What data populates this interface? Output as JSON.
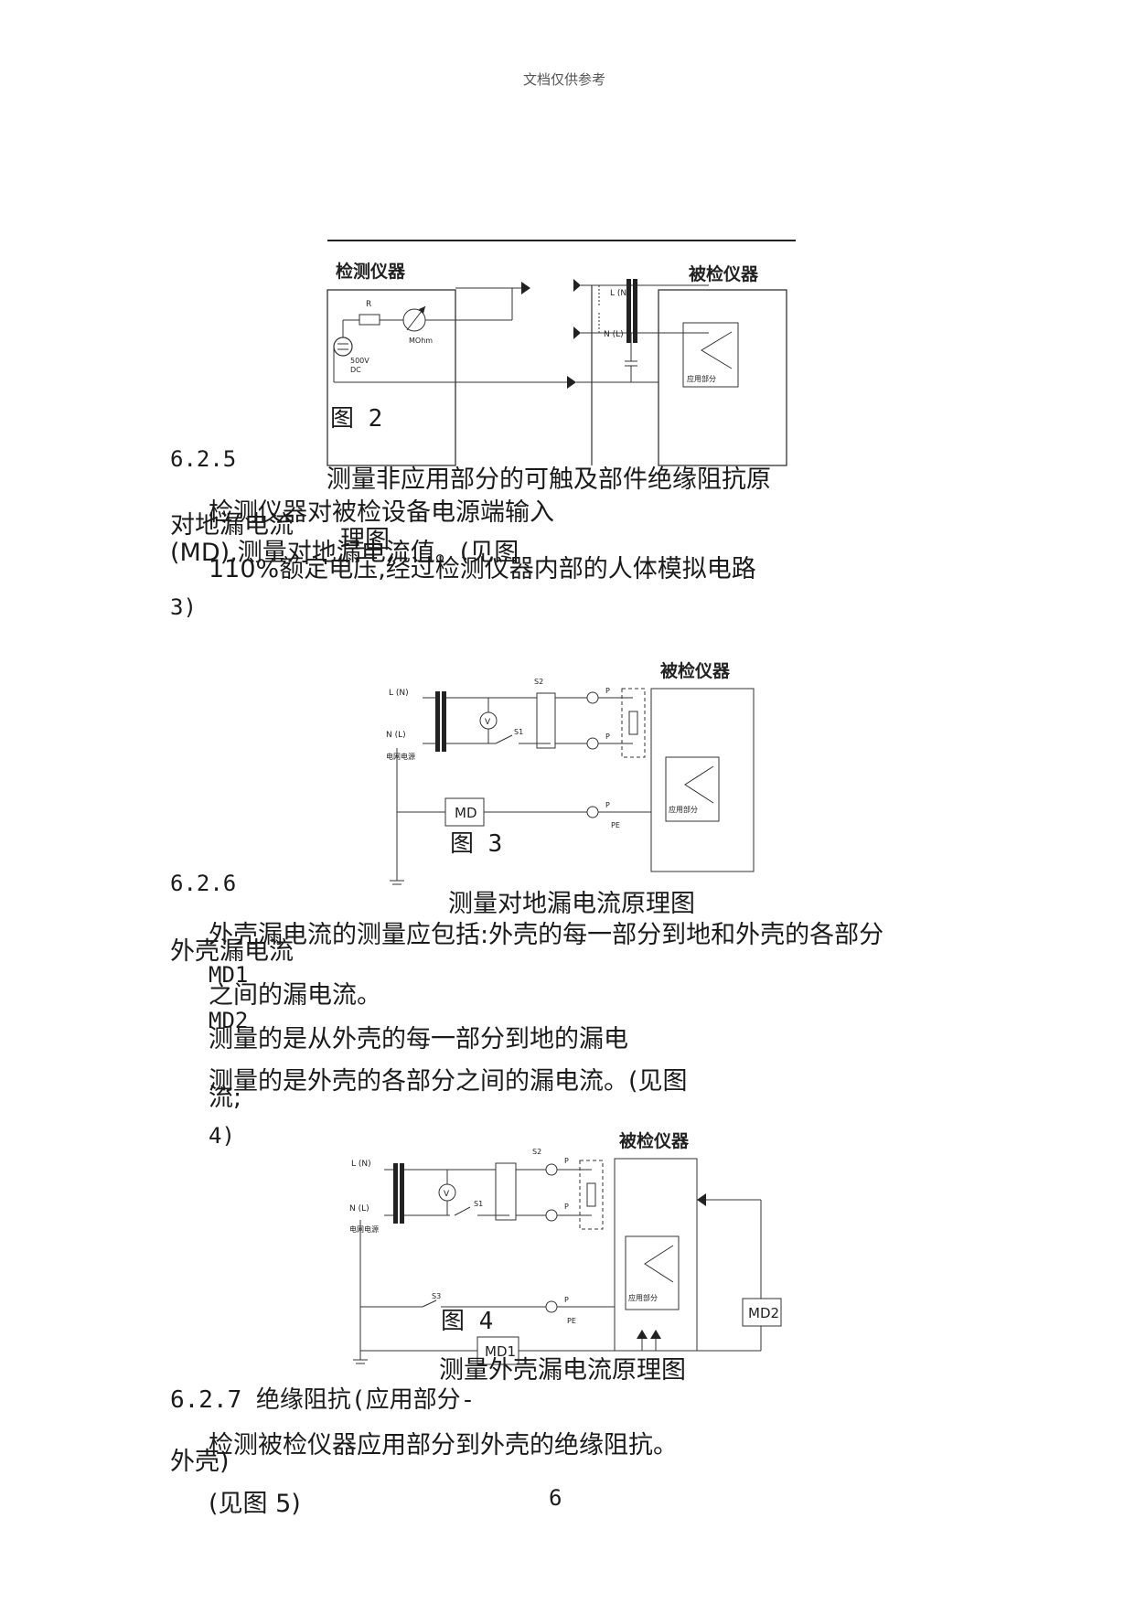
{
  "header": {
    "text": "文档仅供参考"
  },
  "fig2": {
    "left_box_title": "检测仪器",
    "right_box_title": "被检仪器",
    "r_label": "R",
    "meter_label": "MOhm",
    "source_label_1": "500V",
    "source_label_2": "DC",
    "line_l": "L (N)",
    "line_n": "N (L)",
    "applied_part": "应用部分",
    "caption": "图  2"
  },
  "s625": {
    "number": "6.2.5",
    "caption_a": "测量非应用部分的可触及部件绝缘阻抗原",
    "caption_b": "理图",
    "line1": "检测仪器对被检设备电源端输入",
    "title": "对地漏电流",
    "line2": "(MD),测量对地漏电流值。(见图",
    "line3": "110%额定电压,经过检测仪器内部的人体模拟电路",
    "line4": "3)"
  },
  "fig3": {
    "device_title": "被检仪器",
    "line_l": "L (N)",
    "line_n": "N (L)",
    "grid_label": "电网电源",
    "s1": "S1",
    "s2": "S2",
    "p": "P",
    "pe": "PE",
    "v": "V",
    "md": "MD",
    "applied_part": "应用部分",
    "caption": "图  3",
    "title": "测量对地漏电流原理图"
  },
  "s626": {
    "number": "6.2.6",
    "line1": "外壳漏电流的测量应包括:外壳的每一部分到地和外壳的各部分",
    "title": "外壳漏电流",
    "md1": "MD1",
    "line2": "之间的漏电流。",
    "md2": "MD2",
    "line3": "测量的是从外壳的每一部分到地的漏电",
    "line4": "测量的是外壳的各部分之间的漏电流。(见图",
    "line5": "流;",
    "line6": "4)"
  },
  "fig4": {
    "device_title": "被检仪器",
    "line_l": "L (N)",
    "line_n": "N (L)",
    "grid_label": "电网电源",
    "s1": "S1",
    "s2": "S2",
    "s3": "S3",
    "p": "P",
    "pe": "PE",
    "v": "V",
    "md1": "MD1",
    "md2": "MD2",
    "applied_part": "应用部分",
    "caption": "图  4",
    "title": "测量外壳漏电流原理图"
  },
  "s627": {
    "heading": "6.2.7  绝缘阻抗(应用部分-",
    "line1": "检测被检仪器应用部分到外壳的绝缘阻抗。",
    "title_end": "外壳)",
    "line2": "(见图  5)"
  },
  "page_number": "6"
}
